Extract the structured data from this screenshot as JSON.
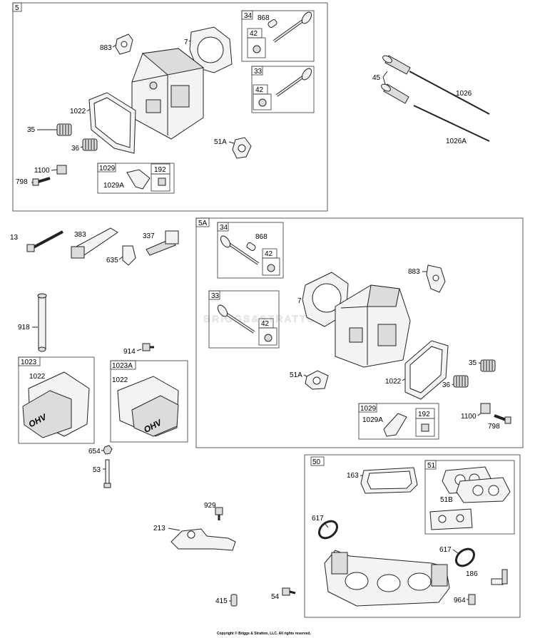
{
  "boxes": {
    "b5": "5",
    "b34a": "34",
    "b42a": "42",
    "b33a": "33",
    "b42b": "42",
    "b1029a": "1029",
    "b192a": "192",
    "b5A": "5A",
    "b34b": "34",
    "b42c": "42",
    "b33b": "33",
    "b42d": "42",
    "b1029b": "1029",
    "b192b": "192",
    "b1023": "1023",
    "b1023A": "1023A",
    "b50": "50",
    "b51": "51"
  },
  "labels": {
    "l883a": "883",
    "l7a": "7",
    "l868a": "868",
    "l1022a": "1022",
    "l35a": "35",
    "l36a": "36",
    "l51Aa": "51A",
    "l1100a": "1100",
    "l798a": "798",
    "l1029Aa": "1029A",
    "l45": "45",
    "l1026": "1026",
    "l1026A": "1026A",
    "l13": "13",
    "l383": "383",
    "l337": "337",
    "l635": "635",
    "l918": "918",
    "l914": "914",
    "l1022b": "1022",
    "l1022c": "1022",
    "l654": "654",
    "l53": "53",
    "l868b": "868",
    "l883b": "883",
    "l7b": "7",
    "l51Ab": "51A",
    "l1022d": "1022",
    "l35b": "35",
    "l36b": "36",
    "l1029Ab": "1029A",
    "l1100b": "1100",
    "l798b": "798",
    "l163": "163",
    "l51B": "51B",
    "l617a": "617",
    "l617b": "617",
    "l186": "186",
    "l964": "964",
    "l929": "929",
    "l213": "213",
    "l415": "415",
    "l54": "54"
  },
  "watermark": "BRIGGS&STRATTON",
  "cover_text": "OHV",
  "footer": "Copyright © Briggs & Stratton, LLC. All rights reserved."
}
